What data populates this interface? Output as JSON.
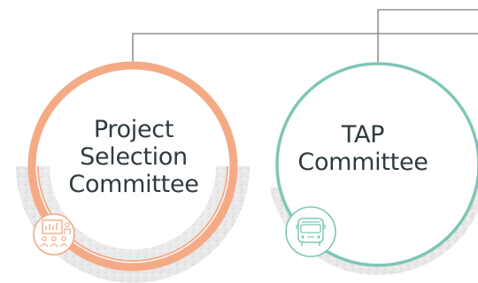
{
  "nodes": [
    {
      "id": "project-selection-committee",
      "label_lines": [
        "Project",
        "Selection",
        "Committee"
      ],
      "ring_color": "#f5aa86",
      "icon": "presentation-audience-icon"
    },
    {
      "id": "tap-committee",
      "label_lines": [
        "TAP",
        "Committee"
      ],
      "ring_color": "#7ec6b7",
      "icon": "bus-icon"
    }
  ],
  "connector_color": "#7a7a7a"
}
